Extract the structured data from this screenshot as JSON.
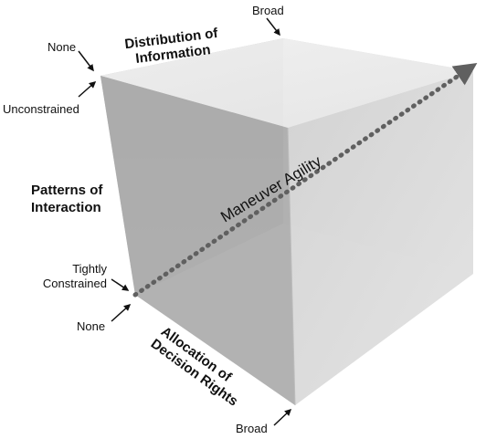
{
  "axes": {
    "information": {
      "title_line1": "Distribution of",
      "title_line2": "Information",
      "low": "None",
      "high": "Broad"
    },
    "interaction": {
      "title_line1": "Patterns of",
      "title_line2": "Interaction",
      "low": "Unconstrained",
      "high_line1": "Tightly",
      "high_line2": "Constrained"
    },
    "decision_rights": {
      "title_line1": "Allocation of",
      "title_line2": "Decision Rights",
      "low": "None",
      "high": "Broad"
    }
  },
  "diagonal": {
    "label": "Maneuver Agility"
  },
  "colors": {
    "cube_light": "#e2e2e2",
    "cube_mid": "#c8c8c8",
    "cube_dark": "#a8a8a8",
    "arrow": "#606060"
  }
}
